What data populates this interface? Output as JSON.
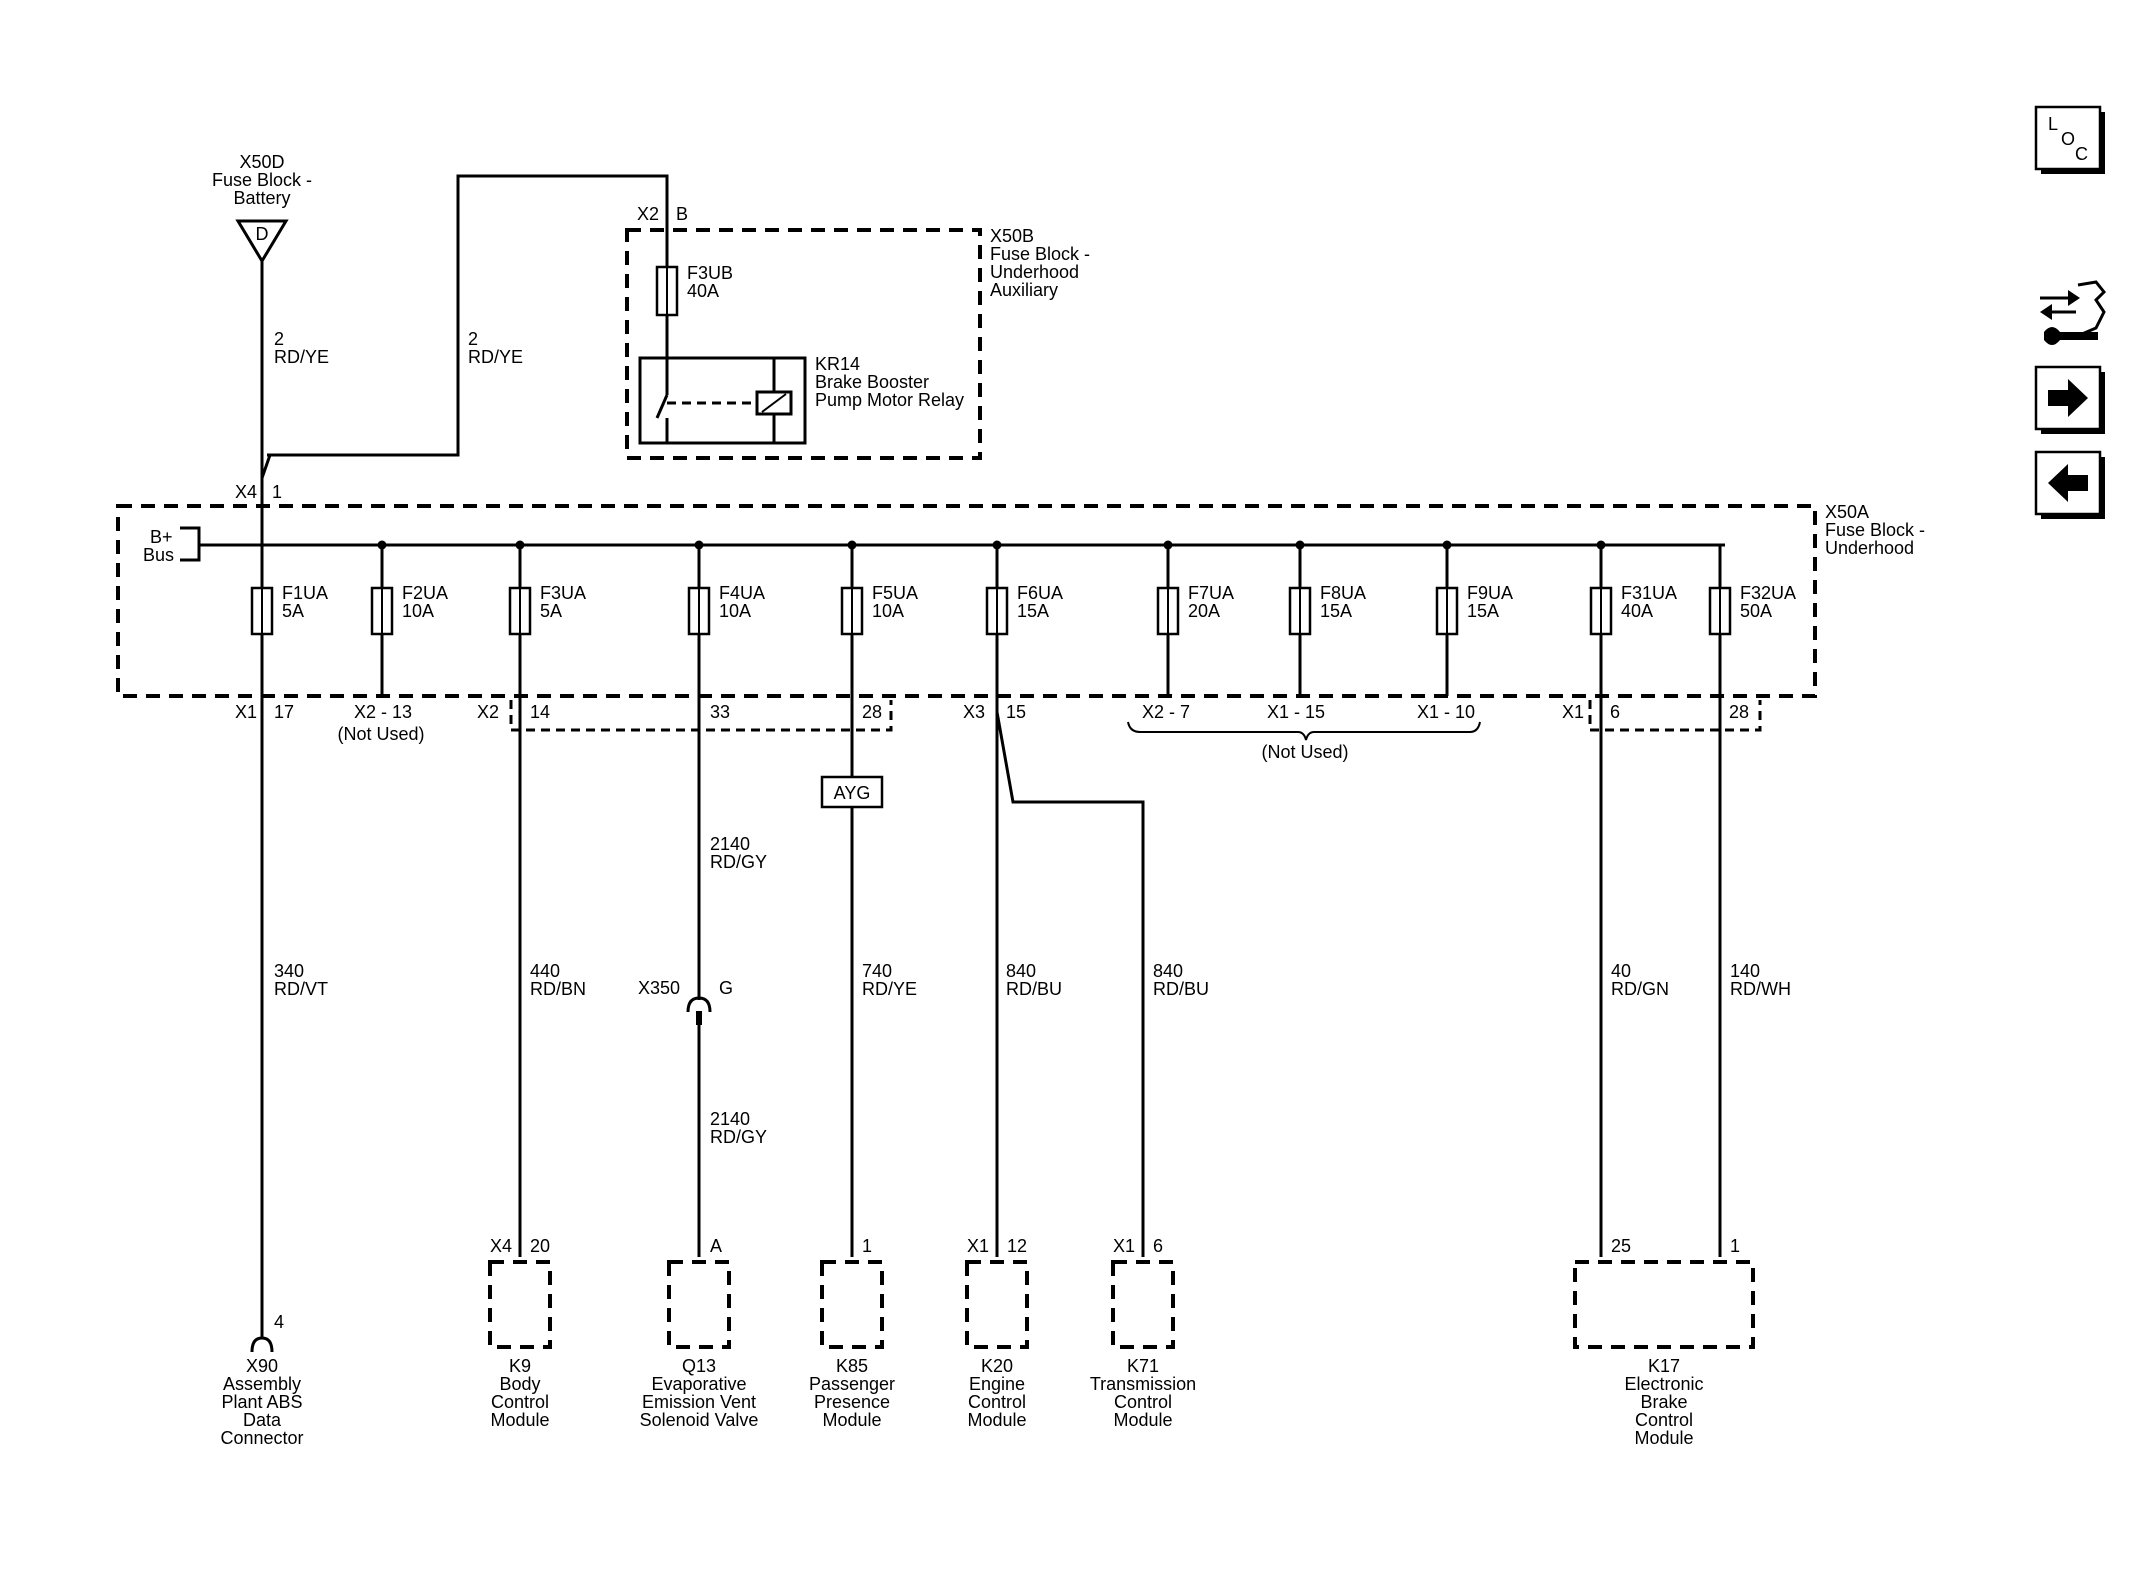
{
  "sources": {
    "x50d": {
      "lines": [
        "X50D",
        "Fuse Block -",
        "Battery"
      ],
      "pin": "D"
    },
    "x50b": {
      "lines": [
        "X50B",
        "Fuse Block -",
        "Underhood",
        "Auxiliary"
      ],
      "conn": "X2",
      "pin": "B",
      "fuse": "F3UB",
      "amp": "40A"
    },
    "kr14": {
      "lines": [
        "KR14",
        "Brake Booster",
        "Pump Motor Relay"
      ]
    },
    "x50a": {
      "lines": [
        "X50A",
        "Fuse Block -",
        "Underhood"
      ]
    },
    "bus": {
      "lines": [
        "B+",
        "Bus"
      ]
    },
    "x4": {
      "conn": "X4",
      "pin": "1"
    }
  },
  "wires": {
    "feed_left": {
      "num": "2",
      "color": "RD/YE"
    },
    "feed_right": {
      "num": "2",
      "color": "RD/YE"
    },
    "w340": {
      "num": "340",
      "color": "RD/VT"
    },
    "w440": {
      "num": "440",
      "color": "RD/BN"
    },
    "w2140a": {
      "num": "2140",
      "color": "RD/GY"
    },
    "w2140b": {
      "num": "2140",
      "color": "RD/GY"
    },
    "w740": {
      "num": "740",
      "color": "RD/YE"
    },
    "w840a": {
      "num": "840",
      "color": "RD/BU"
    },
    "w840b": {
      "num": "840",
      "color": "RD/BU"
    },
    "w40": {
      "num": "40",
      "color": "RD/GN"
    },
    "w140": {
      "num": "140",
      "color": "RD/WH"
    }
  },
  "fuses": [
    {
      "name": "F1UA",
      "amp": "5A"
    },
    {
      "name": "F2UA",
      "amp": "10A"
    },
    {
      "name": "F3UA",
      "amp": "5A"
    },
    {
      "name": "F4UA",
      "amp": "10A"
    },
    {
      "name": "F5UA",
      "amp": "10A"
    },
    {
      "name": "F6UA",
      "amp": "15A"
    },
    {
      "name": "F7UA",
      "amp": "20A"
    },
    {
      "name": "F8UA",
      "amp": "15A"
    },
    {
      "name": "F9UA",
      "amp": "15A"
    },
    {
      "name": "F31UA",
      "amp": "40A"
    },
    {
      "name": "F32UA",
      "amp": "50A"
    }
  ],
  "pins": {
    "x1": "X1",
    "x1_17": "17",
    "x2_13": "X2 - 13",
    "not_used": "(Not Used)",
    "x2": "X2",
    "x2_14": "14",
    "x2_33": "33",
    "x2_28": "28",
    "x3": "X3",
    "x3_15": "15",
    "x2_7": "X2 - 7",
    "x1_15": "X1 - 15",
    "x1_10": "X1 - 10",
    "not_used2": "(Not Used)",
    "x1b": "X1",
    "x1_6": "6",
    "x1_28": "28",
    "ayg": "AYG",
    "x350": "X350",
    "x350_pin": "G"
  },
  "components": [
    {
      "conn": "",
      "pin": "4",
      "lines": [
        "X90",
        "Assembly",
        "Plant ABS",
        "Data",
        "Connector"
      ]
    },
    {
      "conn": "X4",
      "pin": "20",
      "lines": [
        "K9",
        "Body",
        "Control",
        "Module"
      ]
    },
    {
      "conn": "",
      "pin": "A",
      "lines": [
        "Q13",
        "Evaporative",
        "Emission Vent",
        "Solenoid Valve"
      ]
    },
    {
      "conn": "",
      "pin": "1",
      "lines": [
        "K85",
        "Passenger",
        "Presence",
        "Module"
      ]
    },
    {
      "conn": "X1",
      "pin": "12",
      "lines": [
        "K20",
        "Engine",
        "Control",
        "Module"
      ]
    },
    {
      "conn": "X1",
      "pin": "6",
      "lines": [
        "K71",
        "Transmission",
        "Control",
        "Module"
      ]
    },
    {
      "conn": "",
      "pin": "25",
      "lines": [
        "K17",
        "Electronic",
        "Brake",
        "Control",
        "Module"
      ]
    },
    {
      "conn": "",
      "pin": "1",
      "lines": []
    }
  ],
  "nav": {
    "loc_l": "L",
    "loc_o": "O",
    "loc_c": "C",
    "icons": [
      "location-icon",
      "diagnostic-tool-icon",
      "arrow-right-icon",
      "arrow-left-icon"
    ]
  }
}
